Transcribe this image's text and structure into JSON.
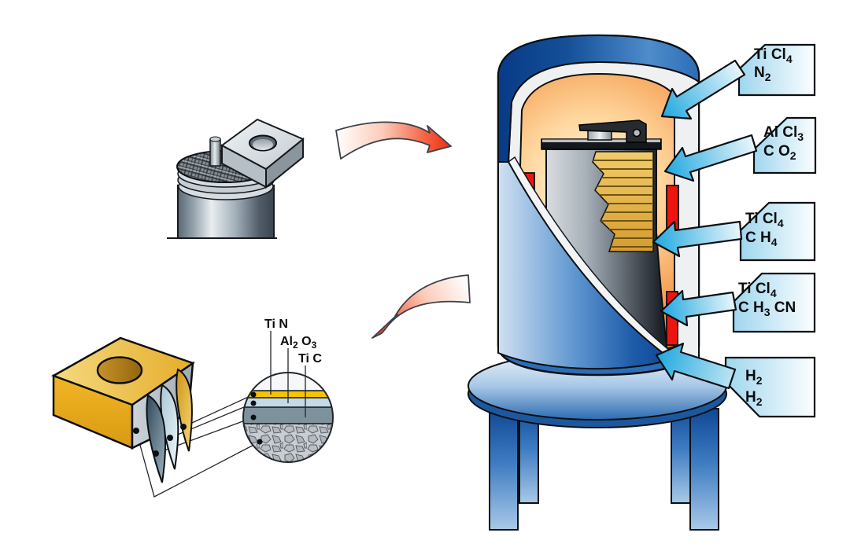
{
  "gas_inlets": [
    {
      "line1": {
        "main": "Ti Cl",
        "sub": "4",
        "tail": ""
      },
      "line2": {
        "main": "N",
        "sub": "2",
        "tail": ""
      }
    },
    {
      "line1": {
        "main": "Al Cl",
        "sub": "3",
        "tail": ""
      },
      "line2": {
        "main": "C O",
        "sub": "2",
        "tail": ""
      }
    },
    {
      "line1": {
        "main": "Ti Cl",
        "sub": "4",
        "tail": ""
      },
      "line2": {
        "main": "C H",
        "sub": "4",
        "tail": ""
      }
    },
    {
      "line1": {
        "main": "Ti Cl",
        "sub": "4",
        "tail": ""
      },
      "line2": {
        "main": "C H",
        "sub": "3",
        "tail": " CN"
      }
    },
    {
      "line1": {
        "main": "H",
        "sub": "2",
        "tail": ""
      },
      "line2": {
        "main": "H",
        "sub": "2",
        "tail": ""
      }
    }
  ],
  "coating_labels": [
    {
      "main": "Ti N"
    },
    {
      "main": "Al",
      "sub": "2",
      "mid": " O",
      "sub2": "3"
    },
    {
      "main": "Ti C"
    }
  ],
  "colors": {
    "furnace_shell_blue": "#1c5aa8",
    "interior_orange": "#ee7a20",
    "heater_red": "#ee1511",
    "gas_arrow_cyan": "#1ea8e0",
    "gas_box_fill": "#bfe3f2",
    "tray_gold": "#d79b28",
    "coating_tin_gold": "#f5c400",
    "coating_al2o3_blue": "#c5dae6",
    "coating_tic_gray": "#7e929e",
    "substrate_gray": "#c9cdd1",
    "process_arrow_red": "#ee2c10"
  }
}
